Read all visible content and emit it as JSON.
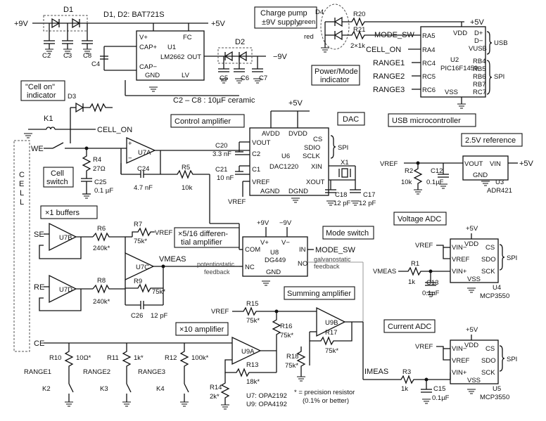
{
  "labels": {
    "v9in": "+9V",
    "v5a": "+5V",
    "d1": "D1",
    "d1d2_type": "D1, D2: BAT721S",
    "charge_pump": "Charge pump",
    "charge_pump2": "±9V supply",
    "u1_vplus": "V+",
    "u1_fc": "FC",
    "u1_capp": "CAP+",
    "u1_name": "U1",
    "u1_part": "LM2662",
    "u1_out": "OUT",
    "u1_capm": "CAP−",
    "u1_gnd": "GND",
    "u1_lv": "LV",
    "c2": "C2",
    "c3": "C3",
    "c8": "C8",
    "c4": "C4",
    "d2": "D2",
    "vneg9": "−9V",
    "c5": "C5",
    "c6": "C6",
    "c7": "C7",
    "cnote": "C2 – C8 : 10µF ceramic",
    "cellon_ind1": "\"Cell on\"",
    "cellon_ind2": "indicator",
    "d3": "D3",
    "k1": "K1",
    "cell_on": "CELL_ON",
    "control_amp": "Control amplifier",
    "u7a": "U7A",
    "we": "WE",
    "r4": "R4",
    "r4v": "27Ω",
    "c25": "C25",
    "c25v": "0.1 µF",
    "cell_switch1": "Cell",
    "cell_switch2": "switch",
    "c24": "C24",
    "c24v": "4.7 nF",
    "r5": "R5",
    "r5v": "10k",
    "cell_letters": [
      "C",
      "E",
      "L",
      "L"
    ],
    "x1_buffers": "×1 buffers",
    "se": "SE",
    "u7b": "U7B",
    "r6": "R6",
    "r6v": "240k*",
    "r7": "R7",
    "r7v": "75k*",
    "vref": "VREF",
    "diff_amp1": "×5/16 differen-",
    "diff_amp2": "tial amplifier",
    "u7c": "U7C",
    "vmeas": "VMEAS",
    "re": "RE",
    "u7d": "U7D",
    "r8": "R8",
    "r8v": "240k*",
    "r9": "R9",
    "r9v": "75k*",
    "c26": "C26",
    "c26v": "12 pF",
    "x10_amp": "×10 amplifier",
    "ce": "CE",
    "u9a": "U9A",
    "r13": "R13",
    "r13v": "18k*",
    "r14": "R14",
    "r14v": "2k*",
    "r10": "R10",
    "r10v": "10Ω*",
    "r11": "R11",
    "r11v": "1k*",
    "r12": "R12",
    "r12v": "100k*",
    "range1": "RANGE1",
    "range2": "RANGE2",
    "range3": "RANGE3",
    "k2": "K2",
    "k3": "K3",
    "k4": "K4",
    "u7_part": "U7: OPA2192",
    "u9_part": "U9: OPA4192",
    "precision1": "* = precision resistor",
    "precision2": "(0.1% or better)",
    "dac": "DAC",
    "avdd": "AVDD",
    "dvdd": "DVDD",
    "vout": "VOUT",
    "c2pin": "C2",
    "c1pin": "C1",
    "vrefpin": "VREF",
    "cs": "CS",
    "sdio": "SDIO",
    "sclk": "SCLK",
    "spi": "SPI",
    "u6": "U6",
    "dac_part": "DAC1220",
    "xin": "XIN",
    "xout": "XOUT",
    "agnd": "AGND",
    "dgnd": "DGND",
    "c20": "C20",
    "c20v": "3.3 nF",
    "c21": "C21",
    "c21v": "10 nF",
    "x1": "X1",
    "c18": "C18",
    "c18v": "12 pF",
    "c17": "C17",
    "c17v": "12 pF",
    "mode_switch": "Mode switch",
    "u8_v9": "+9V",
    "u8_vm9": "−9V",
    "vplus": "V+",
    "vminus": "V−",
    "com": "COM",
    "u8": "U8",
    "u8_part": "DG449",
    "in": "IN",
    "mode_sw": "MODE_SW",
    "nc": "NC",
    "no": "NO",
    "gnd": "GND",
    "potentiostatic1": "potentiostatic",
    "potentiostatic2": "feedback",
    "galvanostatic1": "galvanostatic",
    "galvanostatic2": "feedback",
    "summing_amp": "Summing amplifier",
    "u9b": "U9B",
    "r15": "R15",
    "r15v": "75k*",
    "r16": "R16",
    "r16v": "75k*",
    "r17": "R17",
    "r17v": "75k*",
    "r18": "R18",
    "r18v": "75k*",
    "imeas": "IMEAS",
    "r3": "R3",
    "r3v": "1k",
    "c15": "C15",
    "c15v": "0.1µF",
    "d4": "D4",
    "green": "green",
    "red": "red",
    "r20": "R20",
    "r21": "R21",
    "r21v": "2×1k",
    "power_mode1": "Power/Mode",
    "power_mode2": "indicator",
    "ra5": "RA5",
    "ra4": "RA4",
    "rc4": "RC4",
    "rc5": "RC5",
    "rc6": "RC6",
    "vdd": "VDD",
    "vss": "VSS",
    "dplus": "D+",
    "dminus": "D−",
    "vusb": "VUSB",
    "usb": "USB",
    "u2": "U2",
    "pic_part": "PIC16F1459",
    "rb4": "RB4",
    "rb5": "RB5",
    "rb6": "RB6",
    "rb7": "RB7",
    "rc7": "RC7",
    "cell_on2": "CELL_ON",
    "usb_mcu": "USB microcontroller",
    "ref_title": "2.5V reference",
    "r2": "R2",
    "r2v": "10k",
    "c12": "C12",
    "c12v": "0.1µF",
    "vin": "VIN",
    "u3": "U3",
    "u3_part": "ADR421",
    "voltage_adc": "Voltage ADC",
    "vin_minus": "VIN−",
    "vin_plus": "VIN+",
    "sdo": "SDO",
    "sck": "SCK",
    "r1": "R1",
    "r1v": "1k",
    "c13": "C13",
    "c13v": "0.1µF",
    "u4": "U4",
    "adc_part": "MCP3550",
    "current_adc": "Current ADC",
    "u5": "U5"
  },
  "colors": {
    "ink": "#111111",
    "background": "#ffffff",
    "annotation": "#555555"
  }
}
